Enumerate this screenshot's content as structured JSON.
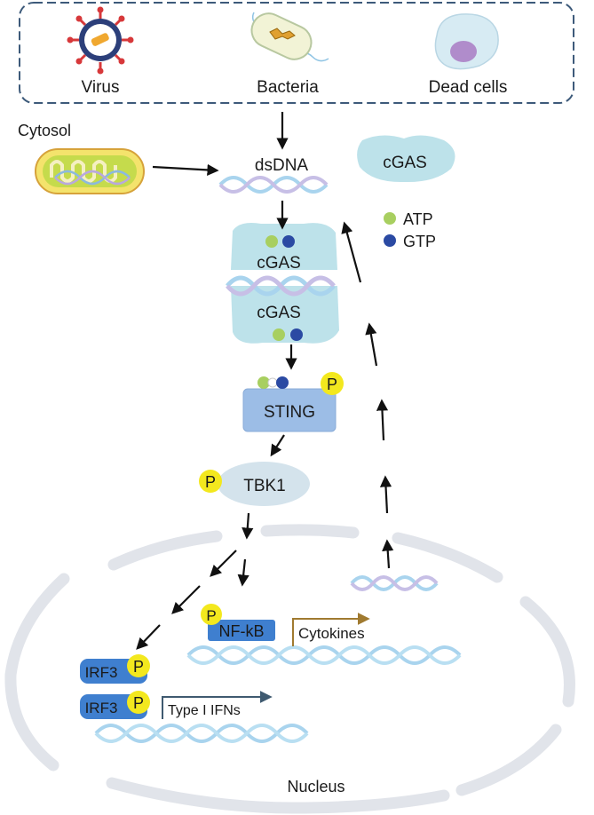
{
  "sources": {
    "virus": "Virus",
    "bacteria": "Bacteria",
    "dead_cells": "Dead cells"
  },
  "cytosol_label": "Cytosol",
  "dsdna_label": "dsDNA",
  "free_cgas_label": "cGAS",
  "legend": {
    "atp": "ATP",
    "gtp": "GTP"
  },
  "complex": {
    "cgas_top": "cGAS",
    "cgas_bottom": "cGAS"
  },
  "sting_label": "STING",
  "tbk1_label": "TBK1",
  "phospho_label": "P",
  "nfkb_label": "NF-kB",
  "cytokines_label": "Cytokines",
  "irf3_top": "IRF3",
  "irf3_bottom": "IRF3",
  "type1_ifn_label": "Type I IFNs",
  "nucleus_label": "Nucleus",
  "colors": {
    "atp": "#a8cf60",
    "gtp": "#2b4aa3",
    "cgas": "#bde2ea",
    "sting": "#9cbde6",
    "phospho": "#f3e81e",
    "nucleus_membrane": "#e1e4ea",
    "dna_a": "#a9d4ee",
    "dna_b": "#c7bfe6",
    "box_border": "#3d5a7a"
  }
}
